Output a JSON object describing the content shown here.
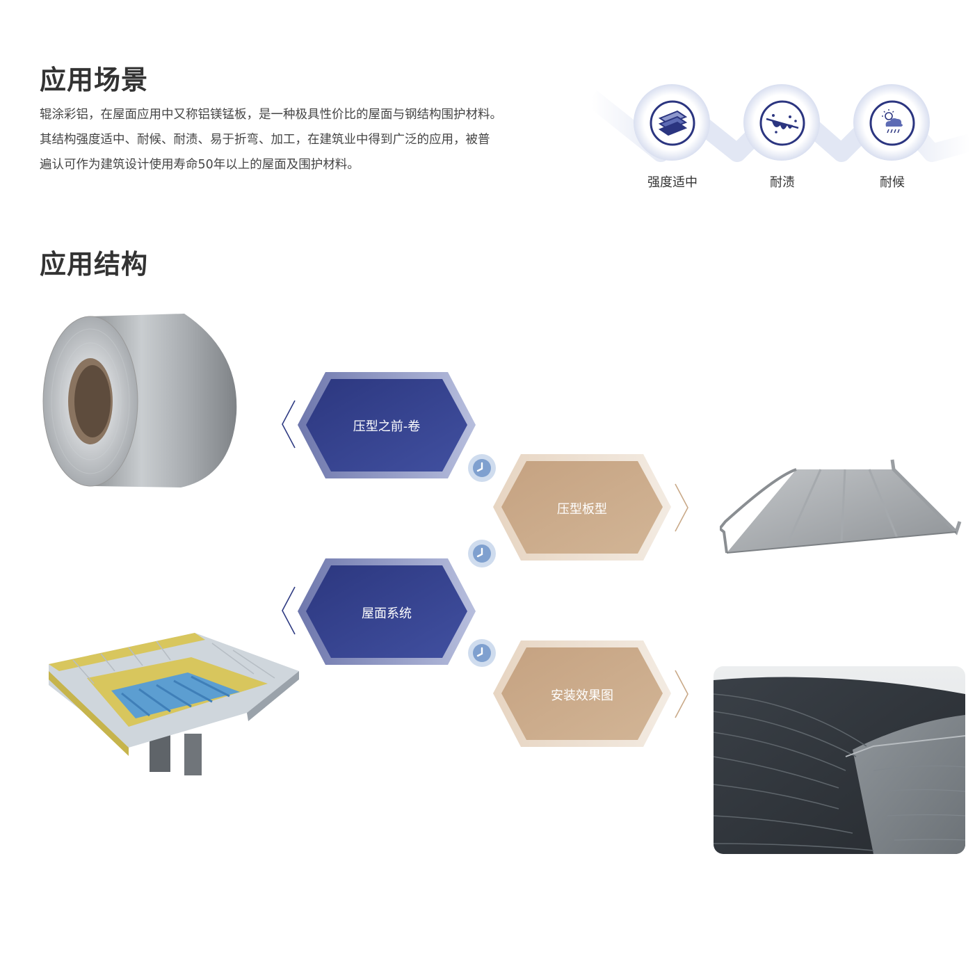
{
  "scene": {
    "title": "应用场景",
    "paragraph": [
      "辊涂彩铝，在屋面应用中又称铝镁锰板，是一种极具性价比的屋面与钢结构围护材料。",
      "其结构强度适中、耐候、耐渍、易于折弯、加工，在建筑业中得到广泛的应用，被普",
      "遍认可作为建筑设计使用寿命50年以上的屋面及围护材料。"
    ],
    "features": [
      {
        "label": "强度适中",
        "icon": "metal-sheets-icon"
      },
      {
        "label": "耐渍",
        "icon": "splash-icon"
      },
      {
        "label": "耐候",
        "icon": "sun-rain-icon"
      }
    ]
  },
  "structure": {
    "title": "应用结构",
    "steps": [
      {
        "label": "压型之前-卷",
        "style": "navy"
      },
      {
        "label": "压型板型",
        "style": "tan"
      },
      {
        "label": "屋面系统",
        "style": "navy"
      },
      {
        "label": "安装效果图",
        "style": "tan"
      }
    ]
  },
  "colors": {
    "navy": "#2e3a82",
    "tan": "#c9a988",
    "connector": "#7fa0cf",
    "text": "#333333"
  }
}
